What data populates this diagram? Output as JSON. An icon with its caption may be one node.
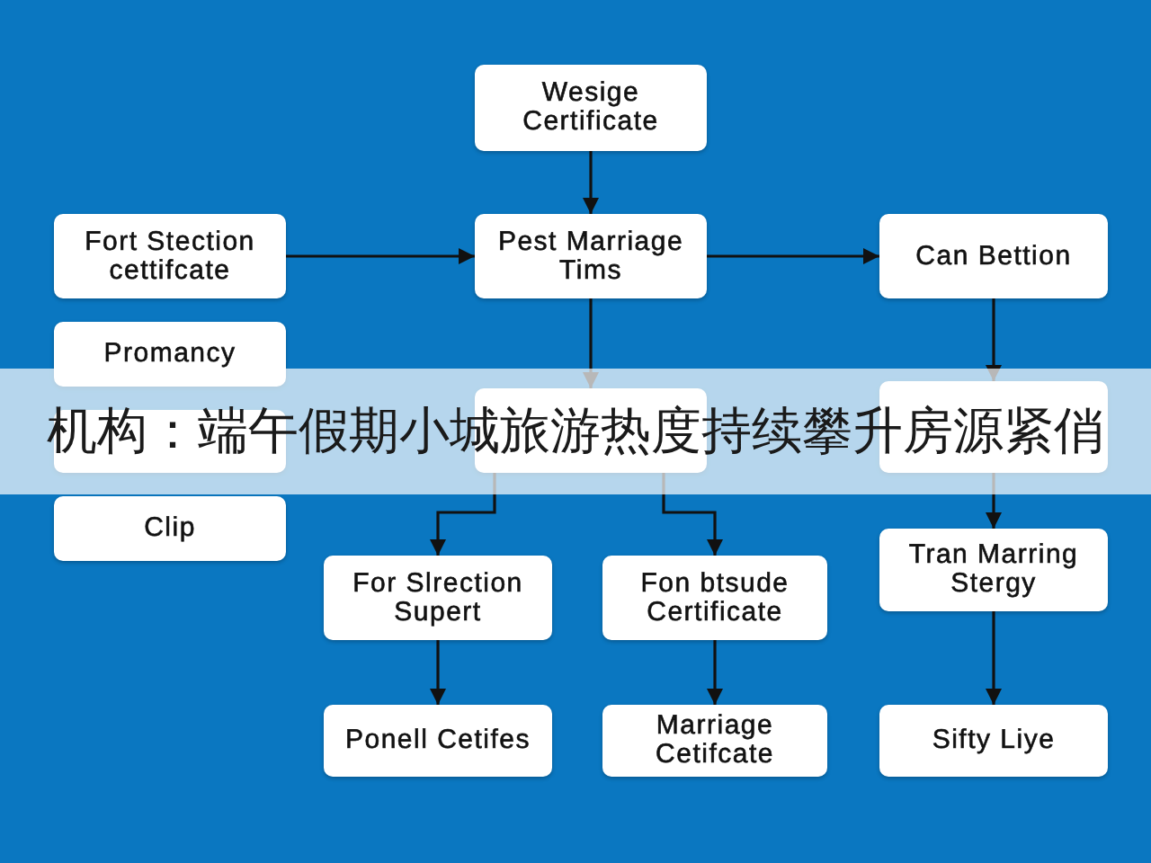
{
  "diagram": {
    "title": "机构：端午假期小城旅游热度持续攀升房源紧俏",
    "nodes": [
      {
        "text": [
          "Wesige Certificate"
        ]
      },
      {
        "text": [
          "Fort Stection cettifcate"
        ]
      },
      {
        "text": [
          "Pest Marriage Tims"
        ]
      },
      {
        "text": [
          "Can Bettion"
        ]
      },
      {
        "text": [
          "Promancy"
        ]
      },
      {
        "text": [],
        "shape": "box"
      },
      {
        "text": [],
        "shape": "box"
      },
      {
        "text": [],
        "shape": "box"
      },
      {
        "text": [
          "Clip"
        ]
      },
      {
        "text": [
          "For Slrection Supert"
        ]
      },
      {
        "text": [
          "Fon btsude Certificate"
        ]
      },
      {
        "text": [
          "Tran Marring Stergy"
        ]
      },
      {
        "text": [
          "Ponell Cetifes"
        ]
      },
      {
        "text": [
          "Marriage Cetifcate"
        ]
      },
      {
        "text": [
          "Sifty Liye"
        ]
      }
    ],
    "edges": [
      {
        "from": 0,
        "to": 2,
        "arrow": "to"
      },
      {
        "from": 1,
        "to": 2,
        "arrow": "to"
      },
      {
        "from": 2,
        "to": 3,
        "arrow": "to"
      },
      {
        "from": 2,
        "to": 6,
        "arrow": "to"
      },
      {
        "from": 3,
        "to": 7,
        "arrow": "to"
      },
      {
        "from": 6,
        "to": 9,
        "arrow": "to"
      },
      {
        "from": 6,
        "to": 10,
        "arrow": "to"
      },
      {
        "from": 7,
        "to": 11,
        "arrow": "to"
      },
      {
        "from": 9,
        "to": 12,
        "arrow": "to"
      },
      {
        "from": 10,
        "to": 13,
        "arrow": "to"
      },
      {
        "from": 11,
        "to": 14,
        "arrow": "to"
      }
    ]
  }
}
